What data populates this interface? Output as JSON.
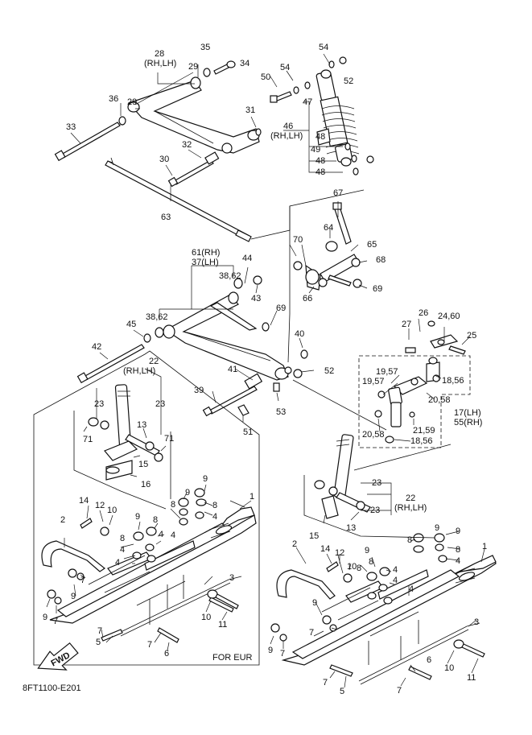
{
  "diagram": {
    "code": "8FT1100-E201",
    "region_note": "FOR EUR",
    "fwd_label": "FWD",
    "callouts": {
      "c1a": "1",
      "c1b": "1",
      "c2a": "2",
      "c2b": "2",
      "c3a": "3",
      "c3b": "3",
      "c4a": "4",
      "c4b": "4",
      "c4c": "4",
      "c4d": "4",
      "c4e": "4",
      "c4f": "4",
      "c4g": "4",
      "c5a": "5",
      "c5b": "5",
      "c6a": "6",
      "c6b": "6",
      "c7a": "7",
      "c7b": "7",
      "c7c": "7",
      "c7d": "7",
      "c7e": "7",
      "c7f": "7",
      "c7g": "7",
      "c7h": "7",
      "c8a": "8",
      "c8b": "8",
      "c8c": "8",
      "c8d": "8",
      "c8e": "8",
      "c8f": "8",
      "c8g": "8",
      "c8h": "8",
      "c9a": "9",
      "c9b": "9",
      "c9c": "9",
      "c9d": "9",
      "c9e": "9",
      "c9f": "9",
      "c9g": "9",
      "c9h": "9",
      "c9i": "9",
      "c9j": "9",
      "c10a": "10",
      "c10b": "10",
      "c10c": "10",
      "c10d": "10",
      "c11a": "11",
      "c11b": "11",
      "c12a": "12",
      "c12b": "12",
      "c13a": "13",
      "c13b": "13",
      "c14a": "14",
      "c14b": "14",
      "c15a": "15",
      "c15b": "15",
      "c16": "16",
      "c17_55a": "17(LH)",
      "c17_55b": "55(RH)",
      "c18_56a": "18,56",
      "c18_56b": "18,56",
      "c19_57a": "19,57",
      "c19_57b": "19,57",
      "c20_58a": "20,58",
      "c20_58b": "20,58",
      "c21_59": "21,59",
      "c22a": "22",
      "c22a_sub": "(RH,LH)",
      "c22b": "22",
      "c22b_sub": "(RH,LH)",
      "c23a": "23",
      "c23b": "23",
      "c23c": "23",
      "c23d": "23",
      "c24_60": "24,60",
      "c25": "25",
      "c26": "26",
      "c27": "27",
      "c28": "28",
      "c28_sub": "(RH,LH)",
      "c29a": "29",
      "c29b": "29",
      "c30": "30",
      "c31": "31",
      "c32": "32",
      "c33": "33",
      "c34": "34",
      "c35": "35",
      "c36": "36",
      "c37_61a": "61(RH)",
      "c37_61b": "37(LH)",
      "c38_62a": "38,62",
      "c38_62b": "38,62",
      "c39": "39",
      "c40": "40",
      "c41": "41",
      "c42": "42",
      "c43": "43",
      "c44": "44",
      "c45": "45",
      "c46": "46",
      "c46_sub": "(RH,LH)",
      "c47": "47",
      "c48a": "48",
      "c48b": "48",
      "c48c": "48",
      "c49": "49",
      "c50": "50",
      "c51": "51",
      "c52a": "52",
      "c52b": "52",
      "c53": "53",
      "c54a": "54",
      "c54b": "54",
      "c63": "63",
      "c64": "64",
      "c65": "65",
      "c66": "66",
      "c67": "67",
      "c68": "68",
      "c69a": "69",
      "c69b": "69",
      "c70": "70",
      "c71a": "71",
      "c71b": "71"
    }
  }
}
